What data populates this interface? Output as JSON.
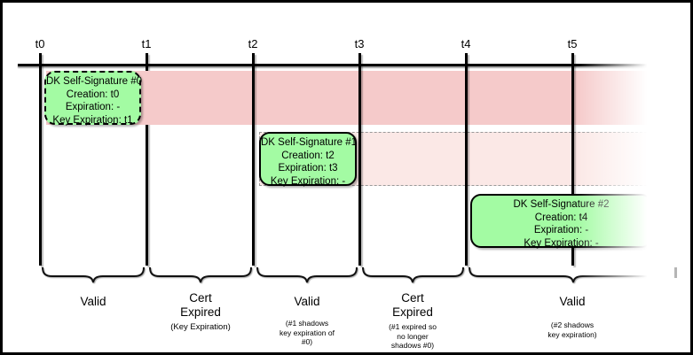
{
  "timeline": {
    "ticks": [
      "t0",
      "t1",
      "t2",
      "t3",
      "t4",
      "t5"
    ]
  },
  "signature_boxes": [
    {
      "title": "DK Self-Signature #0",
      "creation": "Creation: t0",
      "expiration": "Expiration: -",
      "key_expiration": "Key Expiration: t1"
    },
    {
      "title": "DK Self-Signature #1",
      "creation": "Creation: t2",
      "expiration": "Expiration: t3",
      "key_expiration": "Key Expiration: -"
    },
    {
      "title": "DK Self-Signature #2",
      "creation": "Creation: t4",
      "expiration": "Expiration: -",
      "key_expiration": "Key Expiration: -"
    }
  ],
  "regions": [
    {
      "label_lines": [
        "Valid"
      ],
      "sub_lines": []
    },
    {
      "label_lines": [
        "Cert",
        "Expired"
      ],
      "sub_lines": [
        "(Key Expiration)"
      ]
    },
    {
      "label_lines": [
        "Valid"
      ],
      "sub_lines": [
        "(#1 shadows",
        "key expiration of",
        "#0)"
      ]
    },
    {
      "label_lines": [
        "Cert",
        "Expired"
      ],
      "sub_lines": [
        "(#1 expired so",
        "no longer",
        "shadows #0)"
      ]
    },
    {
      "label_lines": [
        "Valid"
      ],
      "sub_lines": [
        "(#2 shadows",
        "key expiration)"
      ]
    }
  ],
  "colors": {
    "band_active": "#f5caca",
    "band_shadowed": "#fbe8e6",
    "signature_fill": "#a3fba3",
    "line": "#000000",
    "dashed_border": "#999999"
  }
}
